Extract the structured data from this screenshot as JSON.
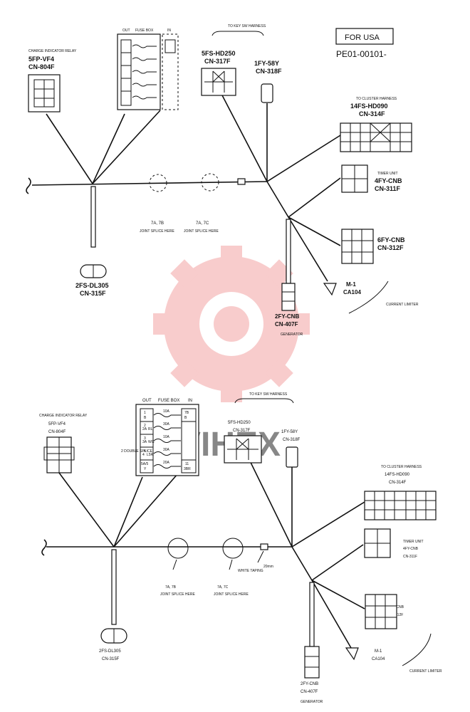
{
  "header": {
    "badge": "FOR USA",
    "doc_number": "PE01-00101-"
  },
  "watermark": {
    "text": "VIHEX",
    "color": "#e84a4a"
  },
  "top": {
    "relay": {
      "title": "CHARGE INDICATOR RELAY",
      "part": "5FP-VF4",
      "code": "CN-804F"
    },
    "fusebox": {
      "out_label": "OUT",
      "title": "FUSE BOX",
      "in_label": "IN"
    },
    "key_harness": "TO KEY SW HARNESS",
    "hd250": {
      "part": "5FS-HD250",
      "code": "CN-317F"
    },
    "fy58": {
      "part": "1FY-58Y",
      "code": "CN-318F"
    },
    "cluster": {
      "title": "TO CLUSTER HARNESS",
      "part": "14FS-HD090",
      "code": "CN-314F"
    },
    "timer": {
      "title": "TIMER UNIT",
      "part": "4FY-CNB",
      "code": "CN-311F"
    },
    "fy6": {
      "part": "6FY-CNB",
      "code": "CN-312F"
    },
    "m1": {
      "label": "M-1",
      "code": "CA104"
    },
    "current_limiter": "CURRENT LIMITER",
    "generator": {
      "part": "2FY-CNB",
      "code": "CN-407F",
      "label": "GENERATOR"
    },
    "dl305": {
      "part": "2FS-DL305",
      "code": "CN-315F"
    },
    "splice1": {
      "id": "7A, 7B",
      "note": "JOINT SPLICE HERE"
    },
    "splice2": {
      "id": "7A, 7C",
      "note": "JOINT SPLICE HERE"
    }
  },
  "bottom": {
    "relay": {
      "title": "CHARGE INDICATOR RELAY",
      "part": "5FP-VF4",
      "code": "CN-804F"
    },
    "fusebox": {
      "out_label": "OUT",
      "title": "FUSE BOX",
      "in_label": "IN",
      "rows": [
        {
          "left": "1",
          "left2": "B",
          "amp": "10A",
          "right": "7B",
          "right2": "B"
        },
        {
          "left": "2",
          "left2": "2A",
          "left3": "RL",
          "amp": "30A",
          "right": "",
          "right2": ""
        },
        {
          "left": "3",
          "left2": "3A",
          "left3": "WG",
          "amp": "10A",
          "right": "",
          "right2": ""
        },
        {
          "left": "4",
          "left2": "4",
          "left3": "L5R",
          "amp": "30A",
          "right": "",
          "right2": ""
        },
        {
          "left": "5A/5",
          "left2": "Y",
          "amp": "20A",
          "right": "11",
          "right2": "3BR"
        }
      ]
    },
    "double_splice": "2 DOUBLE SPLICE",
    "key_harness": "TO KEY SW HARNESS",
    "hd250": {
      "part": "5FS-HD250",
      "code": "CN-317F"
    },
    "fy58": {
      "part": "1FY-58Y",
      "code": "CN-318F"
    },
    "cluster": {
      "title": "TO CLUSTER HARNESS",
      "part": "14FS-HD090",
      "code": "CN-314F"
    },
    "timer": {
      "title": "TIMER UNIT",
      "part": "4FY-CNB",
      "code": "CN-311F"
    },
    "fy6": {
      "part": "6FY-CNB",
      "code": "CN-212F"
    },
    "m1": {
      "label": "M-1",
      "code": "CA104"
    },
    "current_limiter": "CURRENT LIMITER",
    "generator": {
      "part": "2FY-CNB",
      "code": "CN-407F",
      "label": "GENERATOR"
    },
    "dl305": {
      "part": "2FS-DL305",
      "code": "CN-315F"
    },
    "splice1": {
      "id": "7A, 7B",
      "note": "JOINT SPLICE HERE"
    },
    "splice2": {
      "id": "7A, 7C",
      "note": "JOINT SPLICE HERE"
    },
    "taping": {
      "label": "WHITE TAPING",
      "dim": "20mm"
    }
  }
}
